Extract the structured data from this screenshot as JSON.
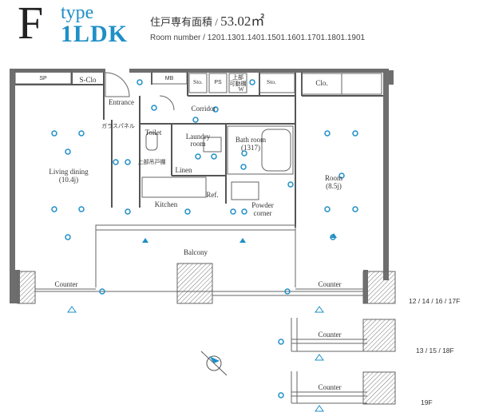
{
  "header": {
    "letter": "F",
    "type_word": "type",
    "type_name": "1LDK",
    "area_label": "住戸専有面積 /",
    "area_value": "53.02㎡",
    "room_numbers": "Room number / 1201.1301.1401.1501.1601.1701.1801.1901"
  },
  "plan": {
    "rooms": {
      "sp": "SP",
      "s_clo": "S-Clo",
      "mb": "MB",
      "sto1": "Sto.",
      "ps": "PS",
      "upper_movable": [
        "上部",
        "可動棚"
      ],
      "w": "W",
      "sto2": "Sto.",
      "clo": "Clo.",
      "entrance": "Entrance",
      "corridor": "Corridor",
      "glass_panel": "ガラスパネル",
      "toilet": "Toilet",
      "laundry": [
        "Laundry",
        "room"
      ],
      "bath": [
        "Bath room",
        "(1317)"
      ],
      "upper_cabinet": "上部吊戸棚",
      "living": [
        "Living dining",
        "(10.4j)"
      ],
      "linen": "Linen",
      "room": [
        "Room",
        "(8.5j)"
      ],
      "ref": "Ref.",
      "kitchen": "Kitchen",
      "powder": [
        "Powder",
        "corner"
      ],
      "balcony": "Balcony",
      "counter_left": "Counter",
      "counter_right": "Counter",
      "counter_alt1": "Counter",
      "counter_alt2": "Counter"
    },
    "floors": {
      "main": "12 / 14 / 16 / 17F",
      "alt1": "13 / 15 / 18F",
      "alt2": "19F"
    },
    "colors": {
      "accent": "#1f8fc7",
      "wall": "#6e6e6e"
    }
  }
}
